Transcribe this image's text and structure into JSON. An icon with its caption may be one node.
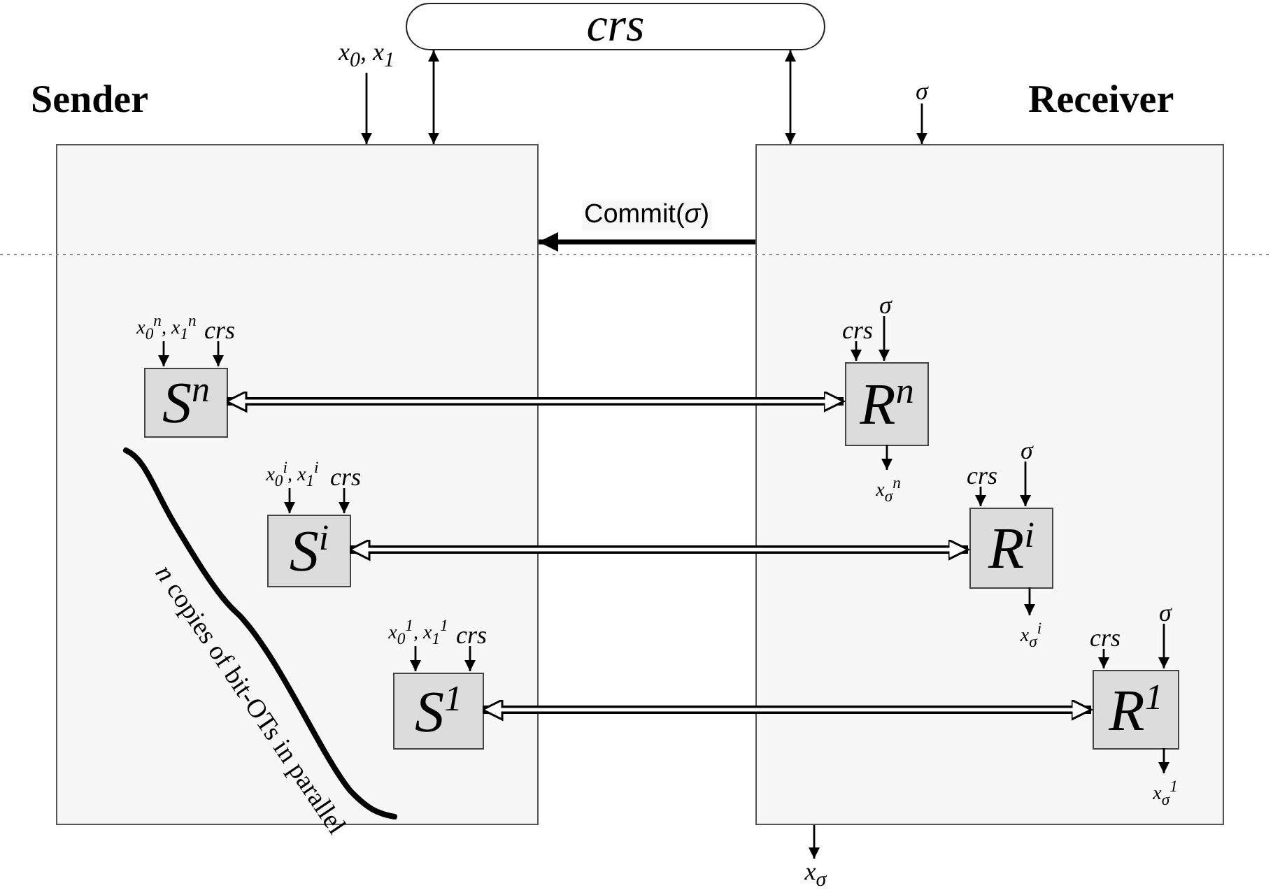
{
  "diagram": {
    "nodes": [
      {
        "text": [
          "crs"
        ]
      },
      {
        "text": [
          "Sender"
        ]
      },
      {
        "text": [
          "Receiver"
        ]
      },
      {
        "text": [
          "x$_{0}$, x$_{1}$"
        ]
      },
      {
        "text": [
          "σ"
        ]
      },
      {
        "text": [
          "x$_{σ}$"
        ]
      },
      {
        "text": [
          "S$^{n}$"
        ],
        "in": 1
      },
      {
        "text": [
          "x$_{0}$$^{n}$, x$_{1}$$^{n}$"
        ],
        "in": 1
      },
      {
        "text": [
          "crs"
        ],
        "in": 1
      },
      {
        "text": [
          "R$^{n}$"
        ],
        "in": 2
      },
      {
        "text": [
          "crs"
        ],
        "in": 2
      },
      {
        "text": [
          "σ"
        ],
        "in": 2
      },
      {
        "text": [
          "x$_{σ}$$^{n}$"
        ],
        "in": 2
      },
      {
        "text": [
          "S$^{i}$"
        ],
        "in": 1
      },
      {
        "text": [
          "x$_{0}$$^{i}$, x$_{1}$$^{i}$"
        ],
        "in": 1
      },
      {
        "text": [
          "crs"
        ],
        "in": 1
      },
      {
        "text": [
          "R$^{i}$"
        ],
        "in": 2
      },
      {
        "text": [
          "crs"
        ],
        "in": 2
      },
      {
        "text": [
          "σ"
        ],
        "in": 2
      },
      {
        "text": [
          "x$_{σ}$$^{i}$"
        ],
        "in": 2
      },
      {
        "text": [
          "S$^{1}$"
        ],
        "in": 1
      },
      {
        "text": [
          "x$_{0}$$^{1}$, x$_{1}$$^{1}$"
        ],
        "in": 1
      },
      {
        "text": [
          "crs"
        ],
        "in": 1
      },
      {
        "text": [
          "R$^{1}$"
        ],
        "in": 2
      },
      {
        "text": [
          "crs"
        ],
        "in": 2
      },
      {
        "text": [
          "σ"
        ],
        "in": 2
      },
      {
        "text": [
          "x$_{σ}$$^{1}$"
        ],
        "in": 2
      }
    ],
    "edges": [
      {
        "from": 3,
        "to": 1,
        "arrow": "to"
      },
      {
        "from": 0,
        "to": 1,
        "arrow": "both"
      },
      {
        "from": 0,
        "to": 2,
        "arrow": "both"
      },
      {
        "from": 4,
        "to": 2,
        "arrow": "to"
      },
      {
        "from": 2,
        "to": 5,
        "arrow": "to"
      },
      {
        "from": 2,
        "to": 1,
        "arrow": "to",
        "label": "Commit(*σ*)",
        "style": "thick"
      },
      {
        "from": 7,
        "to": 6,
        "arrow": "to"
      },
      {
        "from": 8,
        "to": 6,
        "arrow": "to"
      },
      {
        "from": 10,
        "to": 9,
        "arrow": "to"
      },
      {
        "from": 11,
        "to": 9,
        "arrow": "to"
      },
      {
        "from": 9,
        "to": 12,
        "arrow": "to"
      },
      {
        "from": 6,
        "to": 9,
        "arrow": "both",
        "style": "thick"
      },
      {
        "from": 14,
        "to": 13,
        "arrow": "to"
      },
      {
        "from": 15,
        "to": 13,
        "arrow": "to"
      },
      {
        "from": 17,
        "to": 16,
        "arrow": "to"
      },
      {
        "from": 18,
        "to": 16,
        "arrow": "to"
      },
      {
        "from": 16,
        "to": 19,
        "arrow": "to"
      },
      {
        "from": 13,
        "to": 16,
        "arrow": "both",
        "style": "thick"
      },
      {
        "from": 21,
        "to": 20,
        "arrow": "to"
      },
      {
        "from": 22,
        "to": 20,
        "arrow": "to"
      },
      {
        "from": 24,
        "to": 23,
        "arrow": "to"
      },
      {
        "from": 25,
        "to": 23,
        "arrow": "to"
      },
      {
        "from": 23,
        "to": 26,
        "arrow": "to"
      },
      {
        "from": 20,
        "to": 23,
        "arrow": "both",
        "style": "thick"
      }
    ],
    "labels": [
      "*n* copies of bit-OTs in parallel"
    ]
  }
}
